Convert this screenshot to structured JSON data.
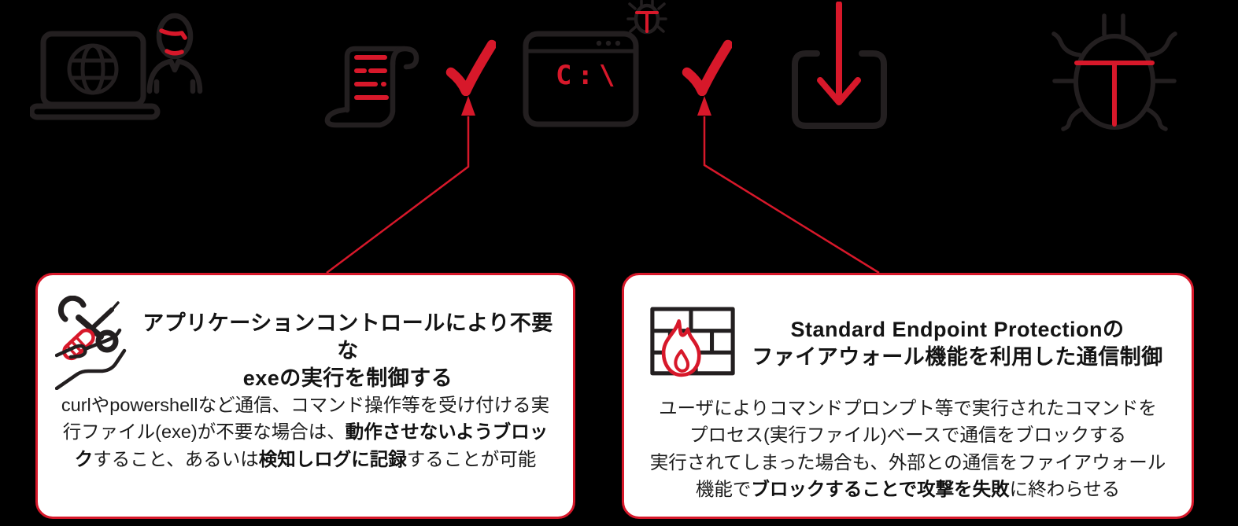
{
  "colors": {
    "background": "#000000",
    "accent_red": "#d7182a",
    "icon_dark": "#231f20",
    "card_bg": "#ffffff",
    "text_dark": "#1c1c1c"
  },
  "flow": {
    "terminal_prompt": "C:\\"
  },
  "icons": {
    "user_laptop": "laptop-with-globe-and-user",
    "script": "scroll-script-with-red-lines",
    "check_left": "red-checkmark",
    "terminal": "command-prompt-window",
    "bug_small": "bug-on-terminal",
    "check_right": "red-checkmark",
    "download": "download-into-tray",
    "bug_large": "bug-malware",
    "tools_hand": "hand-holding-wrench-and-screwdriver",
    "firewall": "brick-wall-with-flame"
  },
  "callout_left": {
    "title_lines": [
      "アプリケーションコントロールにより不要な",
      "exeの実行を制御する"
    ],
    "body_segments": [
      {
        "text": "curlやpowershellなど通信、コマンド操作等を受け付ける実行ファイル(exe)が不要な場合は、",
        "bold": false
      },
      {
        "text": "動作させないようブロック",
        "bold": true
      },
      {
        "text": "すること、あるいは",
        "bold": false
      },
      {
        "text": "検知しログに記録",
        "bold": true
      },
      {
        "text": "することが可能",
        "bold": false
      }
    ]
  },
  "callout_right": {
    "title_lines": [
      "Standard Endpoint Protectionの",
      "ファイアウォール機能を利用した通信制御"
    ],
    "body_lines": [
      [
        {
          "text": "ユーザによりコマンドプロンプト等で実行されたコマンドを",
          "bold": false
        }
      ],
      [
        {
          "text": "プロセス(実行ファイル)ベースで通信をブロックする",
          "bold": false
        }
      ],
      [
        {
          "text": "実行されてしまった場合も、外部との通信をファイアウォール",
          "bold": false
        }
      ],
      [
        {
          "text": "機能で",
          "bold": false
        },
        {
          "text": "ブロックすることで攻撃を失敗",
          "bold": true
        },
        {
          "text": "に終わらせる",
          "bold": false
        }
      ]
    ]
  }
}
